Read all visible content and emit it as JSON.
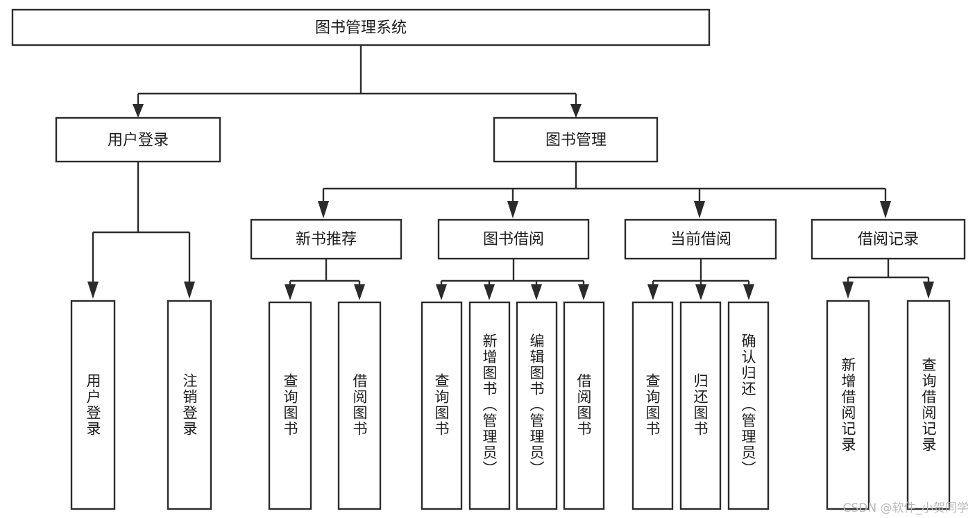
{
  "diagram": {
    "type": "tree",
    "title": "图书管理系统",
    "watermark": "CSDN @软件_小贺同学",
    "root": {
      "id": "root",
      "label": "图书管理系统"
    },
    "level2": [
      {
        "id": "user-login",
        "label": "用户登录"
      },
      {
        "id": "book-management",
        "label": "图书管理"
      }
    ],
    "level3": [
      {
        "id": "new-book-recommend",
        "label": "新书推荐",
        "parent": "book-management"
      },
      {
        "id": "book-borrow",
        "label": "图书借阅",
        "parent": "book-management"
      },
      {
        "id": "current-borrow",
        "label": "当前借阅",
        "parent": "book-management"
      },
      {
        "id": "borrow-record",
        "label": "借阅记录",
        "parent": "book-management"
      }
    ],
    "leaves": {
      "user-login": [
        {
          "id": "leaf-user-login",
          "label": "用户登录"
        },
        {
          "id": "leaf-logout-login",
          "label": "注销登录"
        }
      ],
      "new-book-recommend": [
        {
          "id": "leaf-query-book-1",
          "label": "查询图书"
        },
        {
          "id": "leaf-borrow-book-1",
          "label": "借阅图书"
        }
      ],
      "book-borrow": [
        {
          "id": "leaf-query-book-2",
          "label": "查询图书"
        },
        {
          "id": "leaf-add-book",
          "label": "新增图书（管理员）"
        },
        {
          "id": "leaf-edit-book",
          "label": "编辑图书（管理员）"
        },
        {
          "id": "leaf-borrow-book-2",
          "label": "借阅图书"
        }
      ],
      "current-borrow": [
        {
          "id": "leaf-query-book-3",
          "label": "查询图书"
        },
        {
          "id": "leaf-return-book",
          "label": "归还图书"
        },
        {
          "id": "leaf-confirm-return",
          "label": "确认归还（管理员）"
        }
      ],
      "borrow-record": [
        {
          "id": "leaf-add-record",
          "label": "新增借阅记录"
        },
        {
          "id": "leaf-query-record",
          "label": "查询借阅记录"
        }
      ]
    },
    "colors": {
      "box_stroke": "#2b2b2b",
      "box_fill": "#ffffff",
      "text": "#1c1c1c",
      "background": "#ffffff",
      "watermark": "#b9b9b9"
    }
  }
}
